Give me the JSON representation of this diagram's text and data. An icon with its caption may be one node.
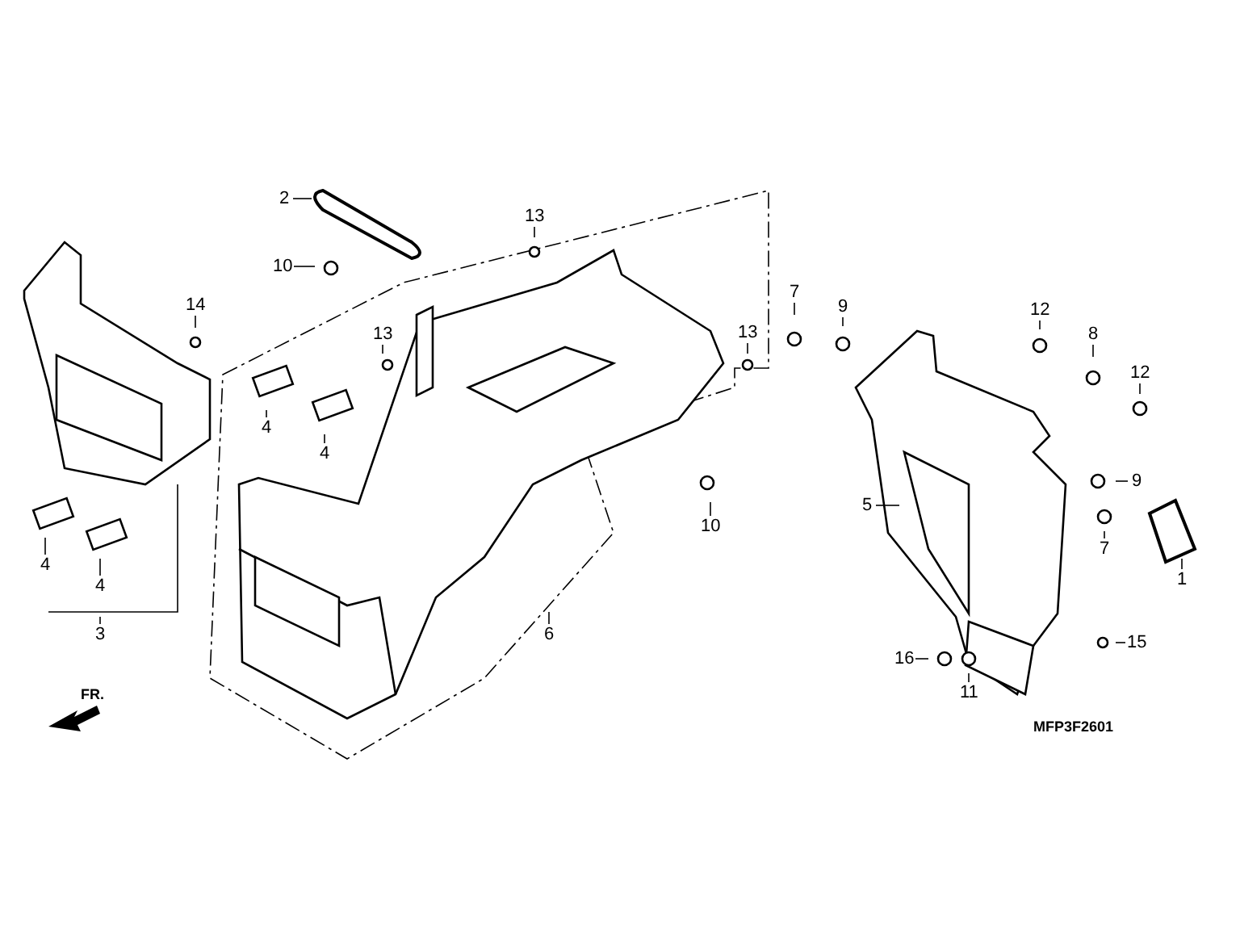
{
  "diagram": {
    "nodes": [
      {
        "text": [
          "2"
        ]
      },
      {
        "text": [
          "13"
        ]
      },
      {
        "text": [
          "10"
        ]
      },
      {
        "text": [
          "7"
        ]
      },
      {
        "text": [
          "14"
        ]
      },
      {
        "text": [
          "9"
        ]
      },
      {
        "text": [
          "12"
        ]
      },
      {
        "text": [
          "8"
        ]
      },
      {
        "text": [
          "13"
        ]
      },
      {
        "text": [
          "13"
        ]
      },
      {
        "text": [
          "12"
        ]
      },
      {
        "text": [
          "4"
        ]
      },
      {
        "text": [
          "4"
        ]
      },
      {
        "text": [
          "9"
        ]
      },
      {
        "text": [
          "5"
        ]
      },
      {
        "text": [
          "10"
        ]
      },
      {
        "text": [
          "7"
        ]
      },
      {
        "text": [
          "4"
        ]
      },
      {
        "text": [
          "4"
        ]
      },
      {
        "text": [
          "1"
        ]
      },
      {
        "text": [
          "3"
        ]
      },
      {
        "text": [
          "6"
        ]
      },
      {
        "text": [
          "15"
        ]
      },
      {
        "text": [
          "16"
        ]
      },
      {
        "text": [
          "11"
        ]
      }
    ],
    "edges": [
      {
        "from": 0,
        "to": null,
        "arrow": "none"
      },
      {
        "from": 1,
        "to": null,
        "arrow": "none"
      },
      {
        "from": 2,
        "to": null,
        "arrow": "none"
      },
      {
        "from": 3,
        "to": null,
        "arrow": "none"
      },
      {
        "from": 4,
        "to": null,
        "arrow": "none"
      },
      {
        "from": 5,
        "to": null,
        "arrow": "none"
      },
      {
        "from": 6,
        "to": null,
        "arrow": "none"
      },
      {
        "from": 7,
        "to": null,
        "arrow": "none"
      },
      {
        "from": 8,
        "to": null,
        "arrow": "none"
      },
      {
        "from": 9,
        "to": null,
        "arrow": "none"
      },
      {
        "from": 10,
        "to": null,
        "arrow": "none"
      },
      {
        "from": 11,
        "to": null,
        "arrow": "none"
      },
      {
        "from": 12,
        "to": null,
        "arrow": "none"
      },
      {
        "from": 13,
        "to": null,
        "arrow": "none"
      },
      {
        "from": 14,
        "to": null,
        "arrow": "none"
      },
      {
        "from": 15,
        "to": null,
        "arrow": "none"
      },
      {
        "from": 16,
        "to": null,
        "arrow": "none"
      },
      {
        "from": 17,
        "to": null,
        "arrow": "none"
      },
      {
        "from": 18,
        "to": null,
        "arrow": "none"
      },
      {
        "from": 19,
        "to": null,
        "arrow": "none"
      },
      {
        "from": 20,
        "to": null,
        "arrow": "none"
      },
      {
        "from": 21,
        "to": null,
        "arrow": "none"
      },
      {
        "from": 22,
        "to": null,
        "arrow": "none"
      },
      {
        "from": 23,
        "to": null,
        "arrow": "none"
      },
      {
        "from": 24,
        "to": null,
        "arrow": "none"
      }
    ],
    "labels": [
      "FR.",
      "MFP3F2601"
    ]
  }
}
